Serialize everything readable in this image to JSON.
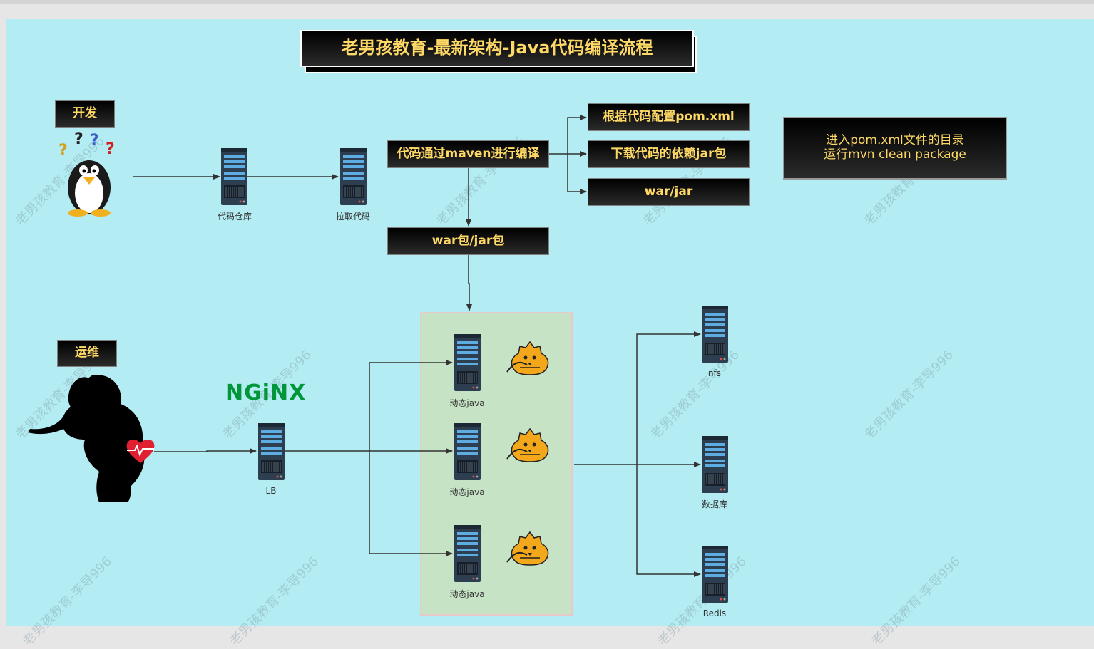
{
  "title": "老男孩教育-最新架构-Java代码编译流程",
  "actors": {
    "dev": "开发",
    "ops": "运维"
  },
  "flow_boxes": {
    "compile": "代码通过maven进行编译",
    "pom": "根据代码配置pom.xml",
    "deps": "下载代码的依赖jar包",
    "warjar": "war/jar",
    "package": "war包/jar包"
  },
  "note": "进入pom.xml文件的目录\n运行mvn  clean  package",
  "servers": {
    "repo": "代码仓库",
    "pull": "拉取代码",
    "lb": "LB",
    "java1": "动态java",
    "java2": "动态java",
    "java3": "动态java",
    "nfs": "nfs",
    "db": "数据库",
    "redis": "Redis"
  },
  "nginx_logo": "NGiNX",
  "watermark": "老男孩教育-李导996",
  "colors": {
    "canvas": "#b3ecf2",
    "box_text": "#ffd966",
    "nginx": "#009639",
    "cluster": "#c6e3c6"
  },
  "icons": [
    "linux-penguin-icon",
    "question-marks-icon",
    "woman-silhouette-icon",
    "heart-icon",
    "tomcat-icon",
    "server-icon"
  ]
}
